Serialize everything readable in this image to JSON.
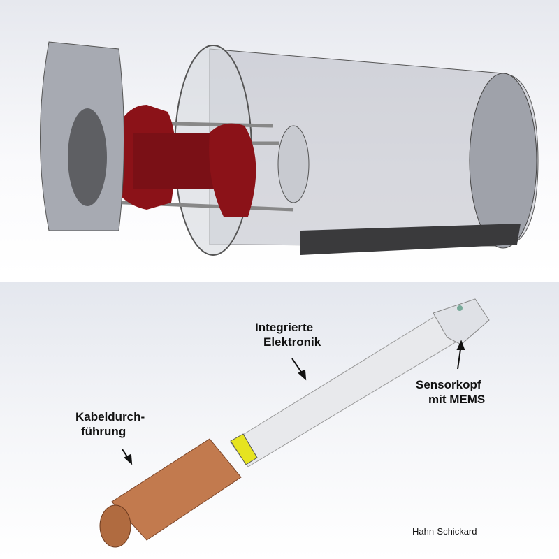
{
  "labels": {
    "electronics": [
      "Integrierte",
      "Elektronik"
    ],
    "sensor_head": [
      "Sensorkopf",
      "mit MEMS"
    ],
    "cable_gland": [
      "Kabeldurch-",
      "führung"
    ]
  },
  "credit": "Hahn-Schickard"
}
